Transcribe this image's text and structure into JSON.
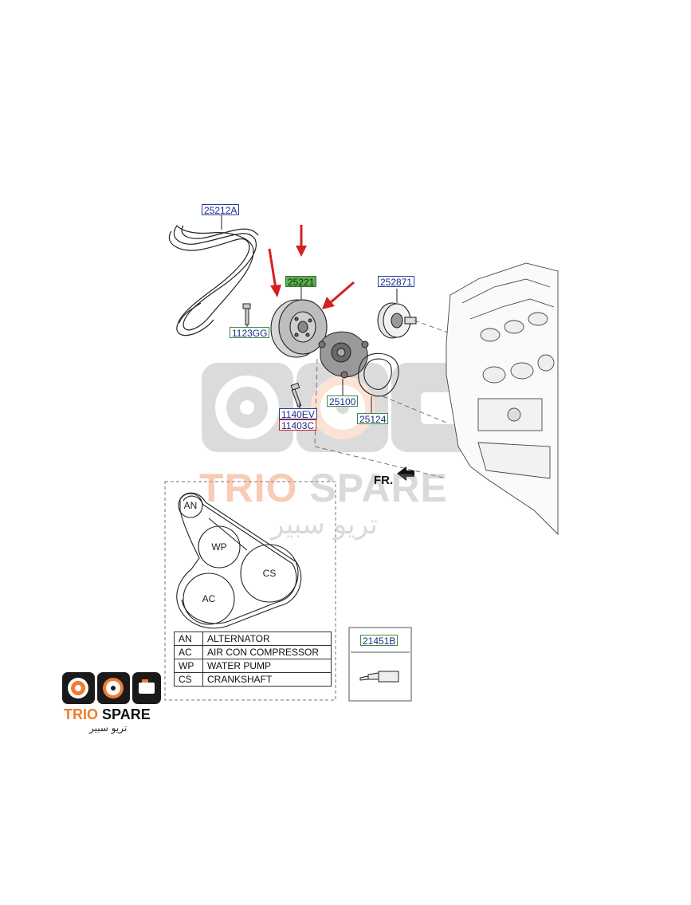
{
  "part_labels": {
    "belt": "25212A",
    "pulley": "25221",
    "idler": "252871",
    "bolt_pulley": "1123GG",
    "water_pump": "25100",
    "gasket": "25124",
    "bolt_1": "1140EV",
    "bolt_2": "11403C",
    "sealant": "21451B"
  },
  "direction_label": "FR.",
  "pulleys": {
    "an": "AN",
    "wp": "WP",
    "cs": "CS",
    "ac": "AC"
  },
  "legend": [
    {
      "code": "AN",
      "desc": "ALTERNATOR"
    },
    {
      "code": "AC",
      "desc": "AIR CON COMPRESSOR"
    },
    {
      "code": "WP",
      "desc": "WATER PUMP"
    },
    {
      "code": "CS",
      "desc": "CRANKSHAFT"
    }
  ],
  "watermark": {
    "brand_part1": "TRIO",
    "brand_part2": "SPARE",
    "arabic": "تريو سبير"
  },
  "logo": {
    "brand_part1": "TRIO",
    "brand_part2": "SPARE",
    "arabic": "تريو سبير"
  },
  "colors": {
    "highlight_label": "#5fae4f",
    "arrow": "#d42020",
    "brand_accent": "#f07c2c"
  }
}
